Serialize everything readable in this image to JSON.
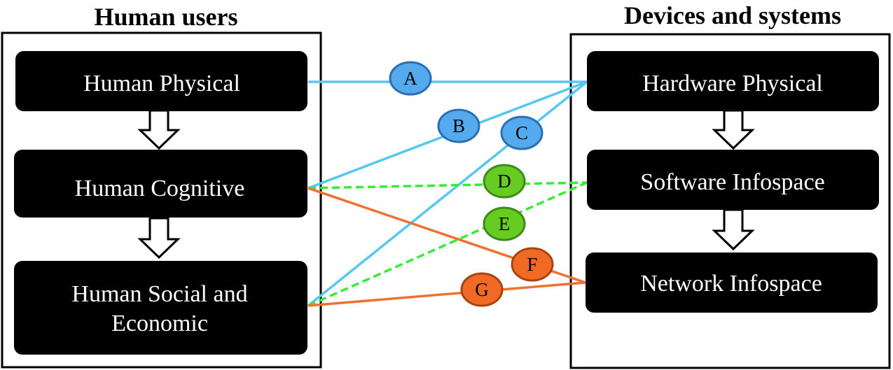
{
  "columns": {
    "left_title": "Human users",
    "right_title": "Devices and systems"
  },
  "nodes": {
    "human_physical": "Human Physical",
    "human_cognitive": "Human Cognitive",
    "human_social_line1": "Human Social and",
    "human_social_line2": "Economic",
    "hardware_physical": "Hardware Physical",
    "software_infospace": "Software Infospace",
    "network_infospace": "Network Infospace"
  },
  "links": [
    {
      "label": "A",
      "from": "Human Physical",
      "to": "Hardware Physical",
      "style": "solid",
      "color": "#55c8f0",
      "badge_fill": "#55aaee",
      "badge_stroke": "#2a6fb5"
    },
    {
      "label": "B",
      "from": "Human Cognitive",
      "to": "Hardware Physical",
      "style": "solid",
      "color": "#55c8f0",
      "badge_fill": "#55aaee",
      "badge_stroke": "#2a6fb5"
    },
    {
      "label": "C",
      "from": "Human Social and Economic",
      "to": "Hardware Physical",
      "style": "solid",
      "color": "#55c8f0",
      "badge_fill": "#55aaee",
      "badge_stroke": "#2a6fb5"
    },
    {
      "label": "D",
      "from": "Human Cognitive",
      "to": "Software Infospace",
      "style": "dashed",
      "color": "#33ee33",
      "badge_fill": "#66cc22",
      "badge_stroke": "#3f8a1a"
    },
    {
      "label": "E",
      "from": "Human Social and Economic",
      "to": "Software Infospace",
      "style": "dashed",
      "color": "#33ee33",
      "badge_fill": "#66cc22",
      "badge_stroke": "#3f8a1a"
    },
    {
      "label": "F",
      "from": "Human Cognitive",
      "to": "Network Infospace",
      "style": "solid",
      "color": "#f07030",
      "badge_fill": "#f06a25",
      "badge_stroke": "#a84410"
    },
    {
      "label": "G",
      "from": "Human Social and Economic",
      "to": "Network Infospace",
      "style": "solid",
      "color": "#f07030",
      "badge_fill": "#f06a25",
      "badge_stroke": "#a84410"
    }
  ]
}
